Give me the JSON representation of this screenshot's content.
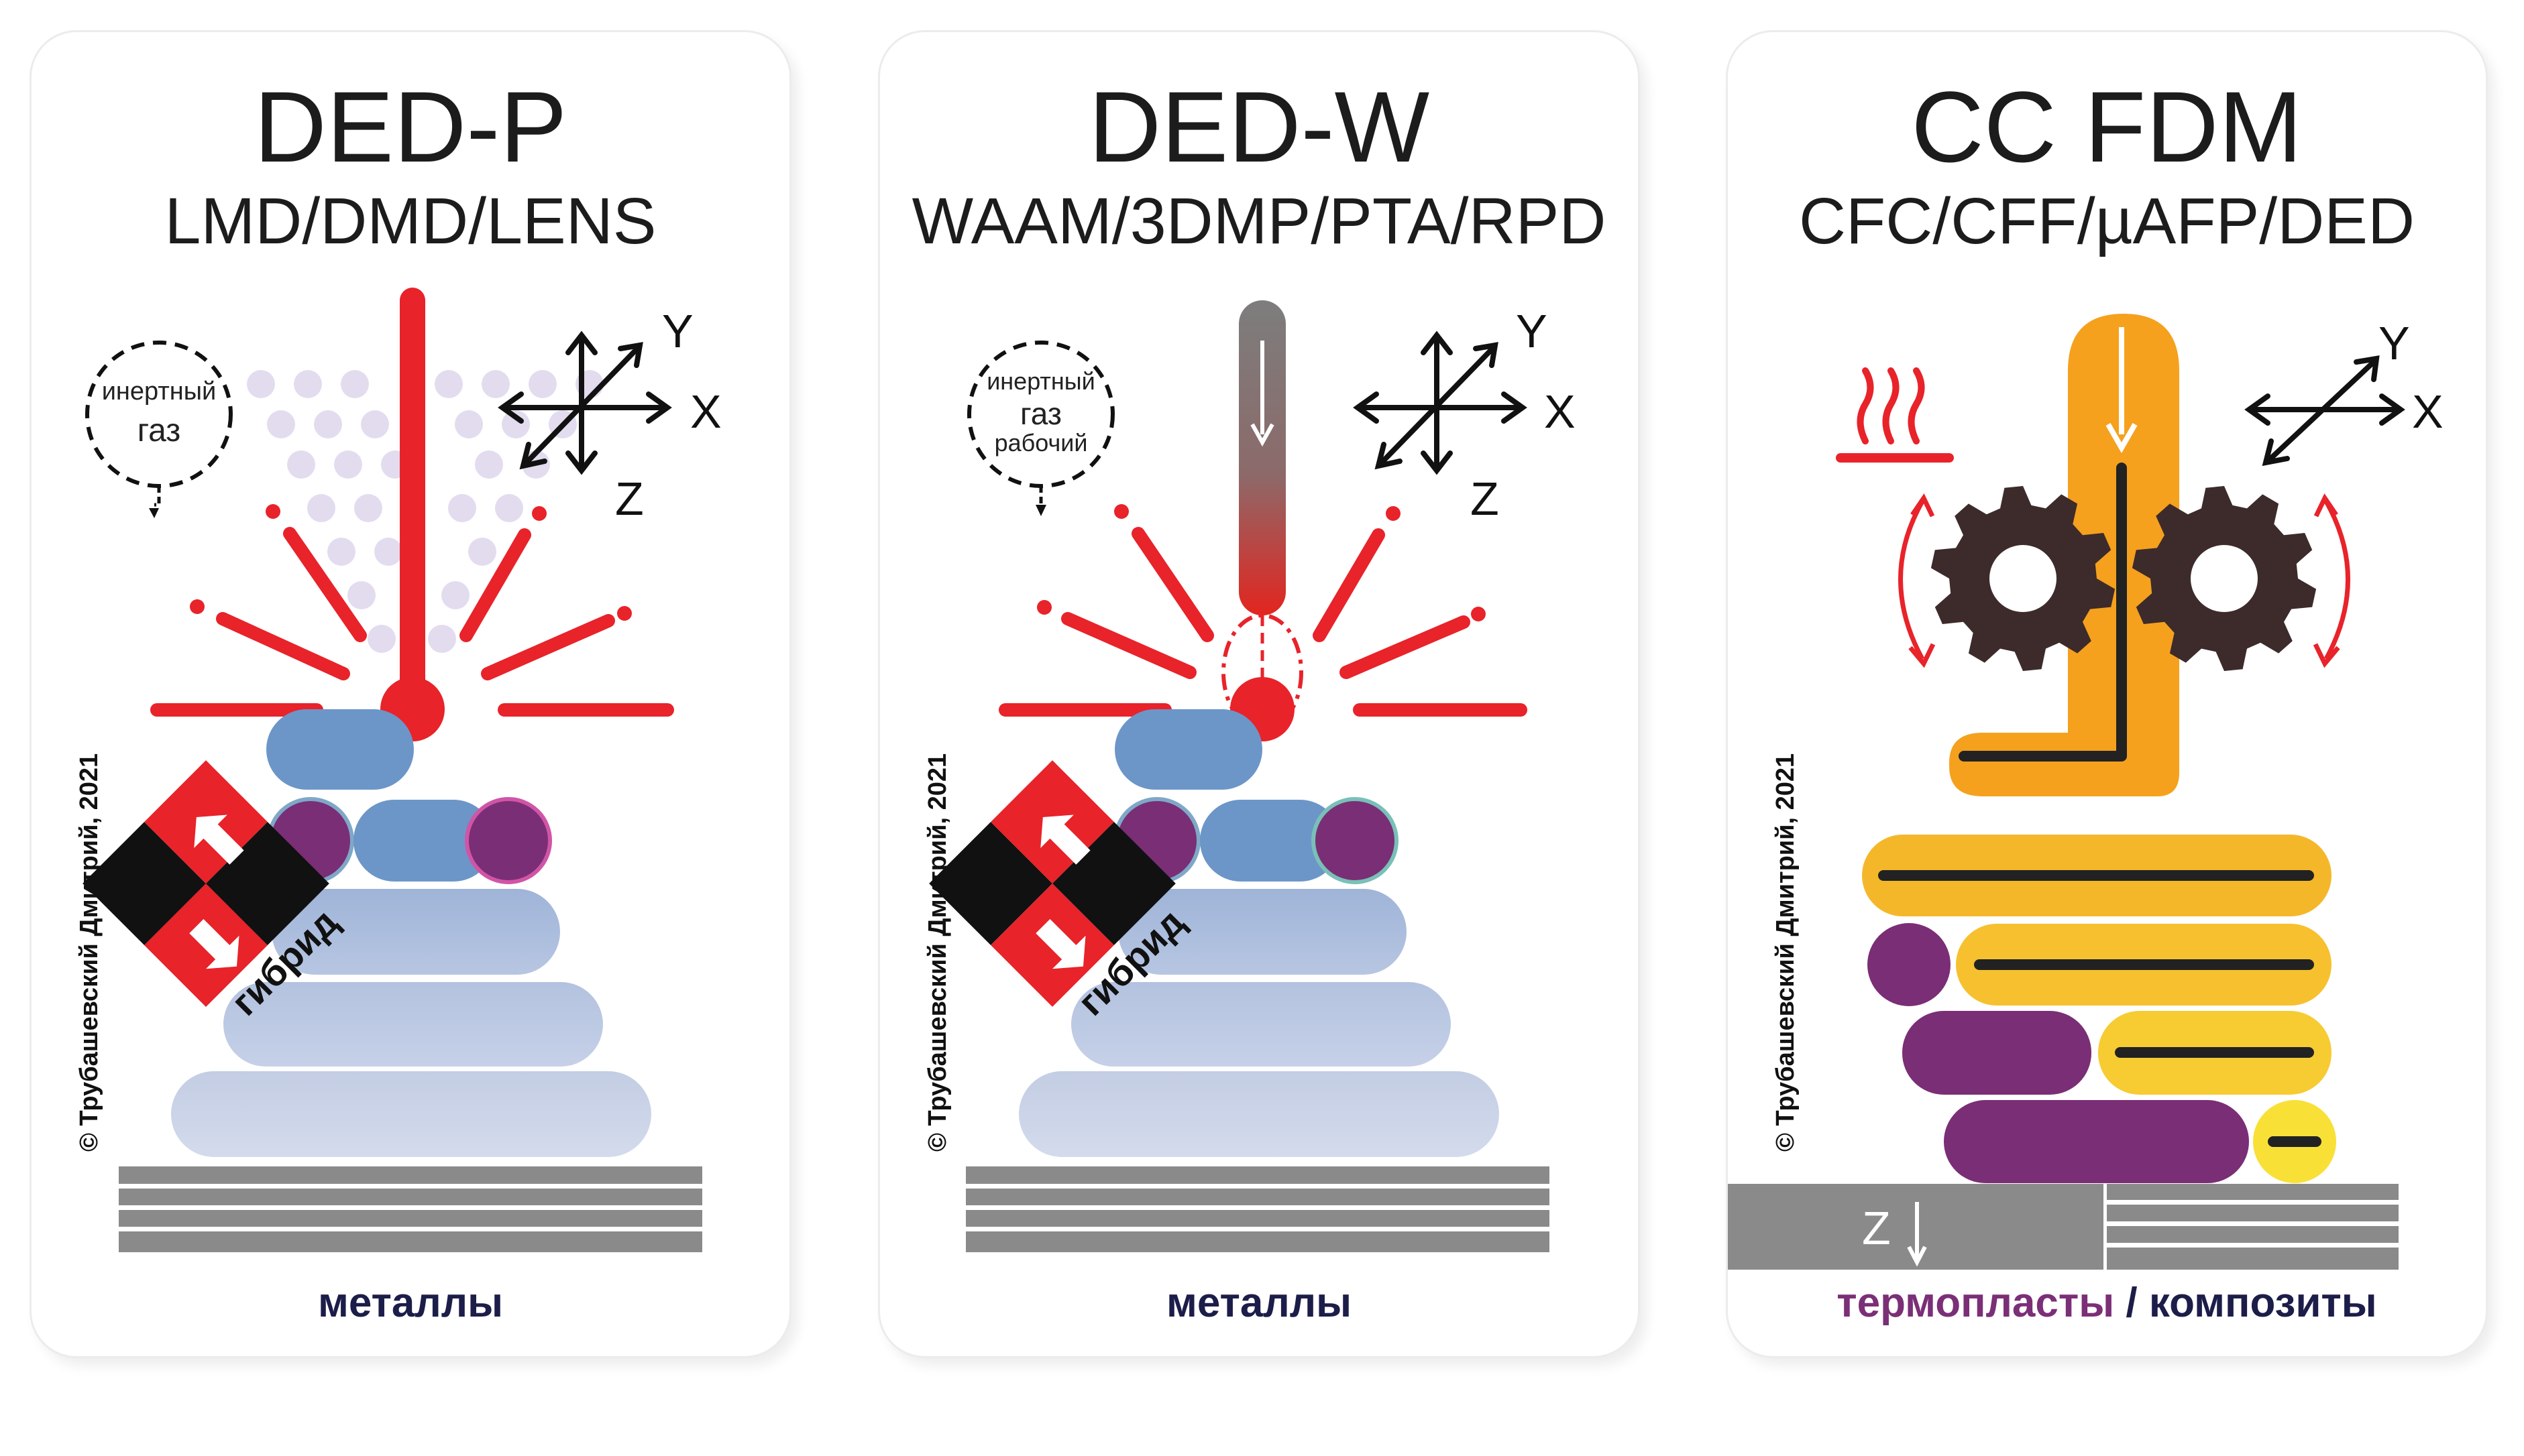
{
  "panels": [
    {
      "title": "DED-P",
      "subtitle": "LMD/DMD/LENS",
      "material": "металлы",
      "gas_label_1": "инертный",
      "gas_label_2": "газ",
      "hybrid_label": "гибрид",
      "copyright": "© Трубашевский Дмитрий, 2021",
      "axes": {
        "x": "X",
        "y": "Y",
        "z": "Z"
      }
    },
    {
      "title": "DED-W",
      "subtitle": "WAAM/3DMP/PTA/RPD",
      "material": "металлы",
      "gas_label_1": "инертный",
      "gas_label_2": "газ",
      "gas_label_3": "рабочий",
      "hybrid_label": "гибрид",
      "copyright": "© Трубашевский Дмитрий, 2021",
      "axes": {
        "x": "X",
        "y": "Y",
        "z": "Z"
      }
    },
    {
      "title": "CC FDM",
      "subtitle": "CFC/CFF/µAFP/DED",
      "material_part1": "термопласты",
      "material_part2": " / композиты",
      "copyright": "© Трубашевский Дмитрий, 2021",
      "axes": {
        "x": "X",
        "y": "Y",
        "z": "Z"
      }
    }
  ],
  "colors": {
    "laser_red": "#e8232a",
    "powder_lilac": "#e3dcef",
    "bead_blue": "#6c96c8",
    "bead_purple": "#7a2e75",
    "filament_orange": "#f5a11e",
    "composite_yellow": "#f7c232",
    "gear_dark": "#3d2b2b",
    "substrate_gray": "#8a8a8a",
    "text_dark": "#1d1d4a"
  },
  "icons": [
    "dashed-gas-circle-icon",
    "xyz-axes-icon",
    "hybrid-badge-icon",
    "heat-icon",
    "gear-icon",
    "rotation-arrow-icon",
    "z-down-arrow-icon"
  ]
}
